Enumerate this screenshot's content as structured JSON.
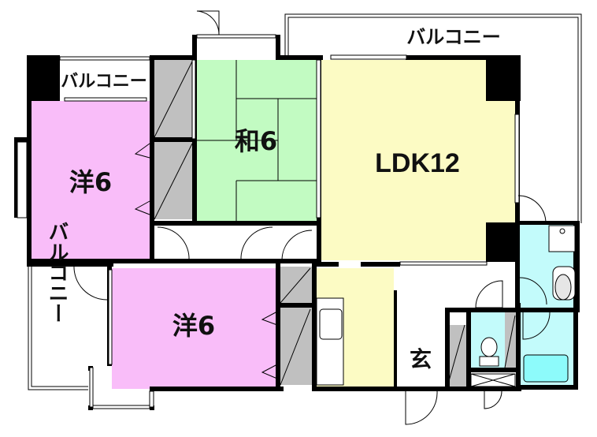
{
  "floor_plan": {
    "colors": {
      "western_room": "#F9BDF9",
      "japanese_room": "#C2FBC2",
      "ldk": "#FCFBC4",
      "wet_area": "#C3FBFB",
      "bathtub": "#8DFBFB",
      "closet": "#C0C0C0",
      "wall": "#000000",
      "floor_unshaded": "#FFFFFF"
    },
    "rooms": [
      {
        "id": "western-1",
        "label": "洋6",
        "type": "Western-style room",
        "size_jo": 6
      },
      {
        "id": "japanese",
        "label": "和6",
        "type": "Japanese-style room",
        "size_jo": 6
      },
      {
        "id": "ldk",
        "label": "LDK12",
        "type": "Living/Dining/Kitchen",
        "size_jo": 12
      },
      {
        "id": "western-2",
        "label": "洋6",
        "type": "Western-style room",
        "size_jo": 6
      },
      {
        "id": "entrance",
        "label": "玄",
        "type": "Entrance"
      }
    ],
    "balconies": [
      {
        "id": "balcony-top-right",
        "label": "バルコニー"
      },
      {
        "id": "balcony-top-left",
        "label": "バルコニー"
      },
      {
        "id": "balcony-left",
        "label": "バルコニー"
      }
    ],
    "fixtures": [
      "kitchen-sink",
      "toilet",
      "washbasin",
      "washing-machine-space",
      "bathtub"
    ]
  }
}
